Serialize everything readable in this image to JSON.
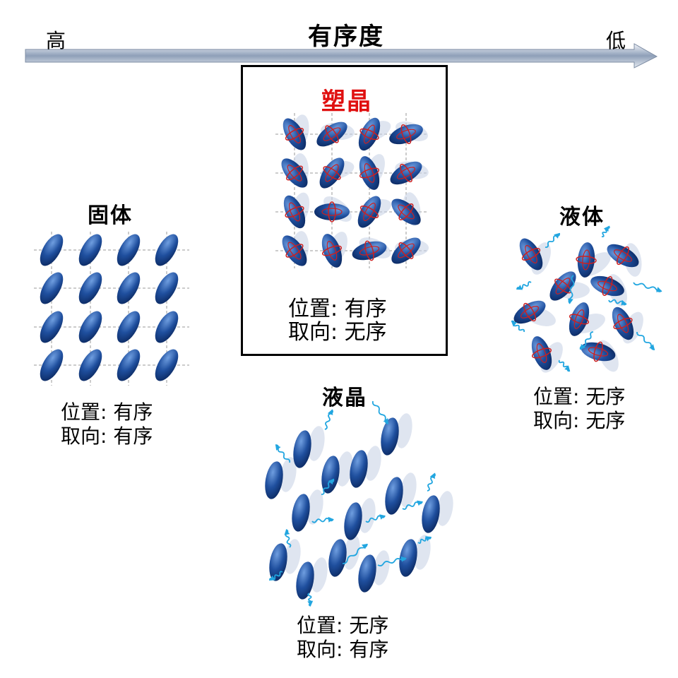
{
  "axis": {
    "title": "有序度",
    "left_label": "高",
    "right_label": "低"
  },
  "phases": {
    "solid": {
      "name": "固体",
      "position_line": "位置: 有序",
      "orientation_line": "取向: 有序"
    },
    "plastic_crystal": {
      "name": "塑晶",
      "position_line": "位置: 有序",
      "orientation_line": "取向: 无序",
      "name_color": "#e01010"
    },
    "liquid": {
      "name": "液体",
      "position_line": "位置: 无序",
      "orientation_line": "取向: 无序"
    },
    "liquid_crystal": {
      "name": "液晶",
      "position_line": "位置: 无序",
      "orientation_line": "取向: 有序"
    }
  },
  "colors": {
    "molecule": "#1f4f9e",
    "rotation_marker": "#cc2020",
    "motion_arrow": "#22a6e0",
    "ghost": "#c9d3e6",
    "grid": "#9a9a9a"
  }
}
